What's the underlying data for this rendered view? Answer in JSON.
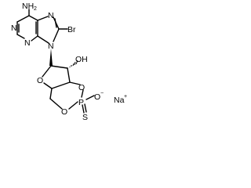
{
  "molecule": {
    "atoms": {
      "nh2": "NH",
      "nh2_sub": "2",
      "n1": "N",
      "n3": "N",
      "n7": "N",
      "n9": "N",
      "br": "Br",
      "oh": "OH",
      "o_ring": "O",
      "o3p": "O",
      "o5p": "O",
      "p": "P",
      "o_minus": "O",
      "o_minus_charge": "−",
      "s": "S",
      "na": "Na",
      "na_charge": "+"
    }
  }
}
